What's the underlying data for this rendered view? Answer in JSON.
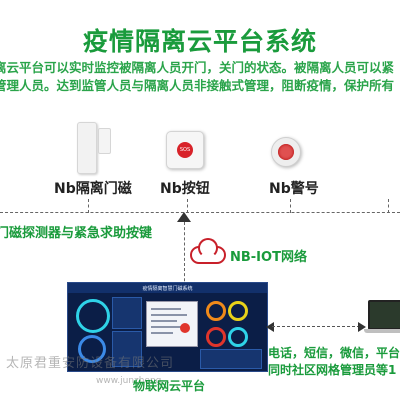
{
  "title": "疫情隔离云平台系统",
  "description": {
    "line1": "离云平台可以实时监控被隔离人员开门，关门的状态。被隔离人员可以紧",
    "line2": "管理人员。达到监管人员与隔离人员非接触式管理，阻断疫情，保护所有"
  },
  "devices": [
    {
      "label": "Nb隔离门磁",
      "icon": "door-sensor-icon"
    },
    {
      "label": "Nb按钮",
      "icon": "sos-button-icon",
      "badge": "SOS"
    },
    {
      "label": "Nb警号",
      "icon": "alarm-siren-icon"
    }
  ],
  "detector_text": "门磁探测器与紧急求助按键",
  "network": {
    "label": "NB-IOT网络",
    "icon": "cloud-icon"
  },
  "dashboard": {
    "title": "疫情隔离智慧门磁系统"
  },
  "contacts": {
    "line1": "电话，短信，微信，平台",
    "line2": "同时社区网格管理员等1"
  },
  "platform_label": "物联网云平台",
  "watermark": {
    "line1": "太原君重安防设备有限公司",
    "line2": "www.junzhong..."
  },
  "colors": {
    "accent": "#1a9b3c",
    "alarm_red": "#d8232a",
    "dashboard_bg": "#0b1e47"
  }
}
